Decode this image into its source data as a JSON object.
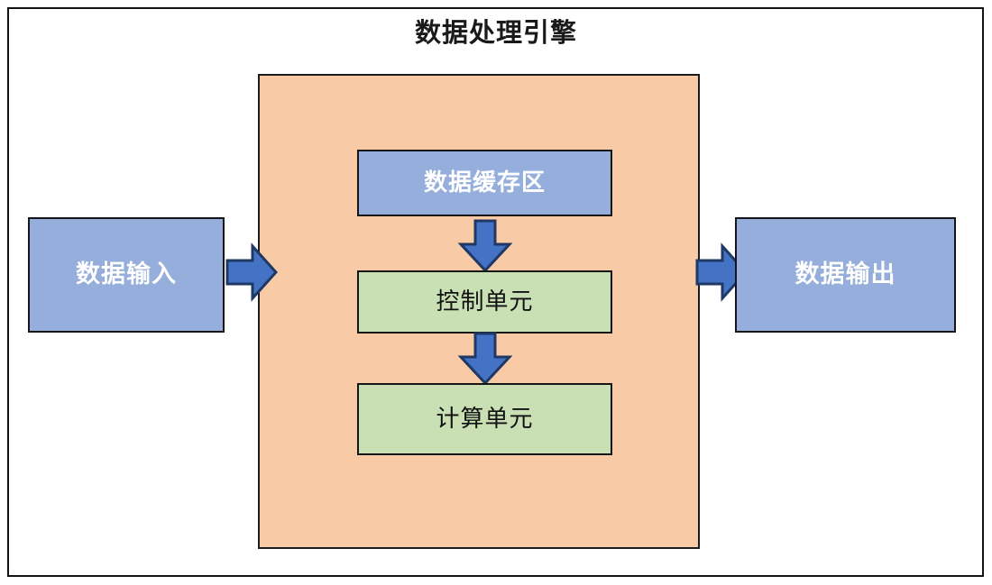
{
  "diagram": {
    "title": "数据处理引擎",
    "colors": {
      "engine_fill": "#F8CBA6",
      "io_box_fill": "#95AEDC",
      "unit_box_fill": "#C9E0B4",
      "arrow_fill": "#4472C4",
      "arrow_stroke": "#1F3864",
      "border": "#161616",
      "canvas": "#FFFFFF"
    },
    "nodes": {
      "input": {
        "label": "数据输入"
      },
      "output": {
        "label": "数据输出"
      },
      "cache": {
        "label": "数据缓存区"
      },
      "control": {
        "label": "控制单元"
      },
      "compute": {
        "label": "计算单元"
      }
    },
    "arrows": [
      {
        "name": "input-to-engine",
        "direction": "right"
      },
      {
        "name": "cache-to-control",
        "direction": "down"
      },
      {
        "name": "control-to-compute",
        "direction": "down"
      },
      {
        "name": "engine-to-output",
        "direction": "right"
      }
    ]
  }
}
